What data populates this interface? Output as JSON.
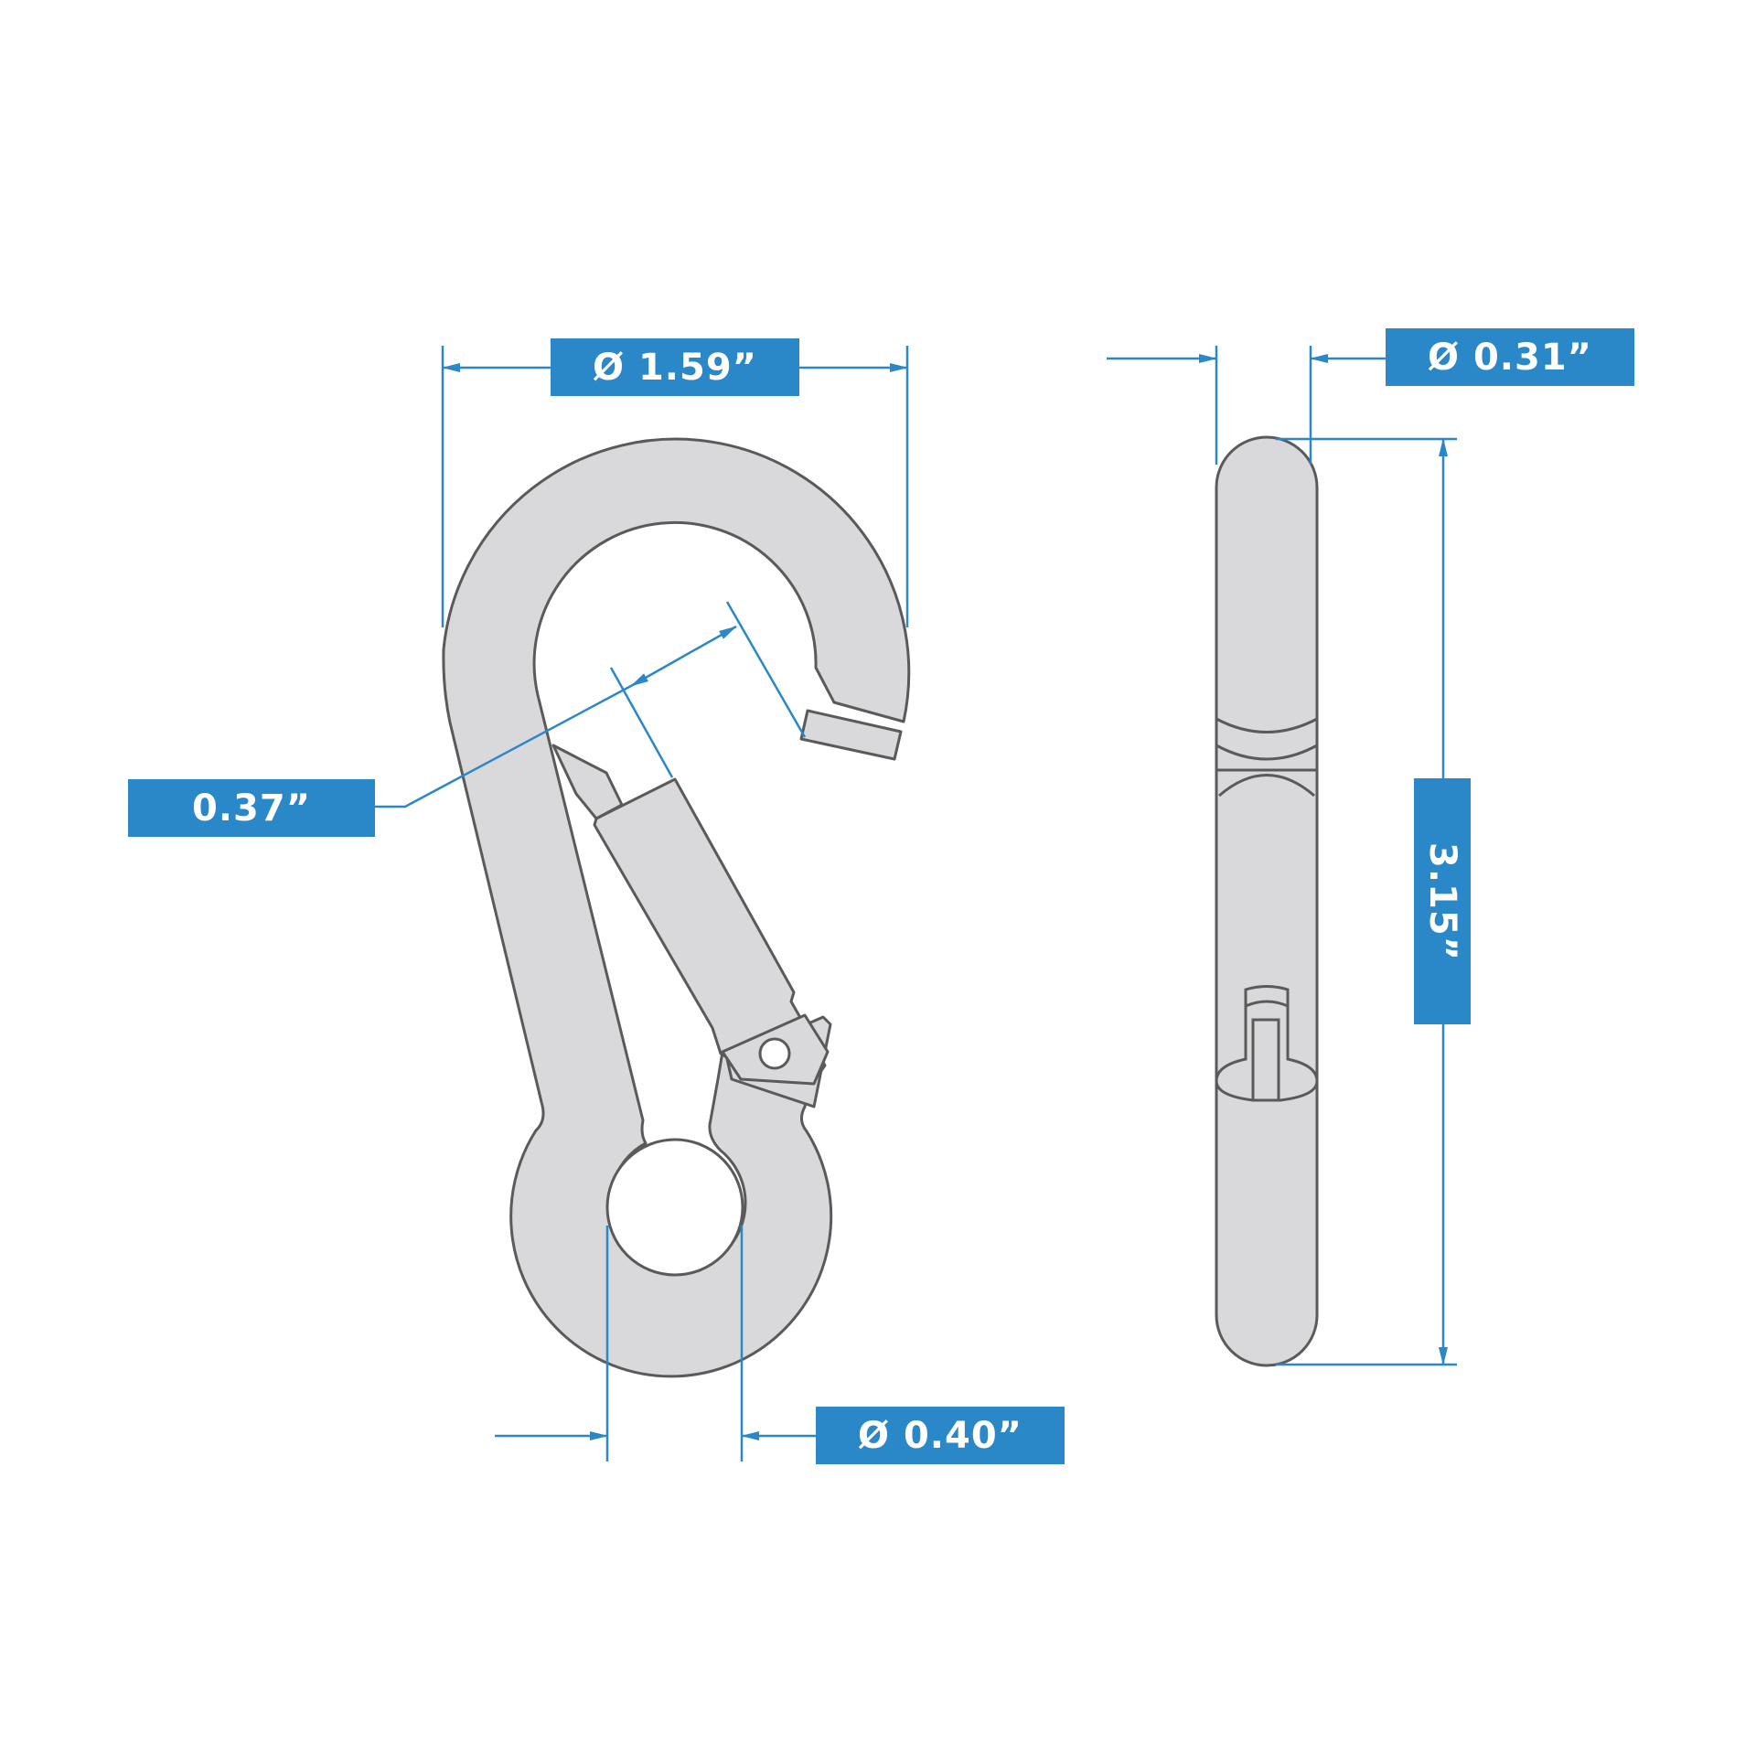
{
  "diagram": {
    "subject": "Spring snap hook carabiner dimension drawing",
    "views": [
      "front-view",
      "side-view"
    ],
    "colors": {
      "dimension_blue": "#2a87c8",
      "part_fill": "#d9d9db",
      "part_outline": "#5a5a5a",
      "background": "#ffffff"
    },
    "dimensions": {
      "overall_width": {
        "label": "Ø 1.59”",
        "value": 1.59,
        "unit": "in",
        "symbol": "diameter"
      },
      "wire_thickness": {
        "label": "Ø 0.31”",
        "value": 0.31,
        "unit": "in",
        "symbol": "diameter"
      },
      "gate_opening": {
        "label": "0.37”",
        "value": 0.37,
        "unit": "in"
      },
      "overall_length": {
        "label": "3.15”",
        "value": 3.15,
        "unit": "in"
      },
      "eye_diameter": {
        "label": "Ø 0.40”",
        "value": 0.4,
        "unit": "in",
        "symbol": "diameter"
      }
    }
  }
}
